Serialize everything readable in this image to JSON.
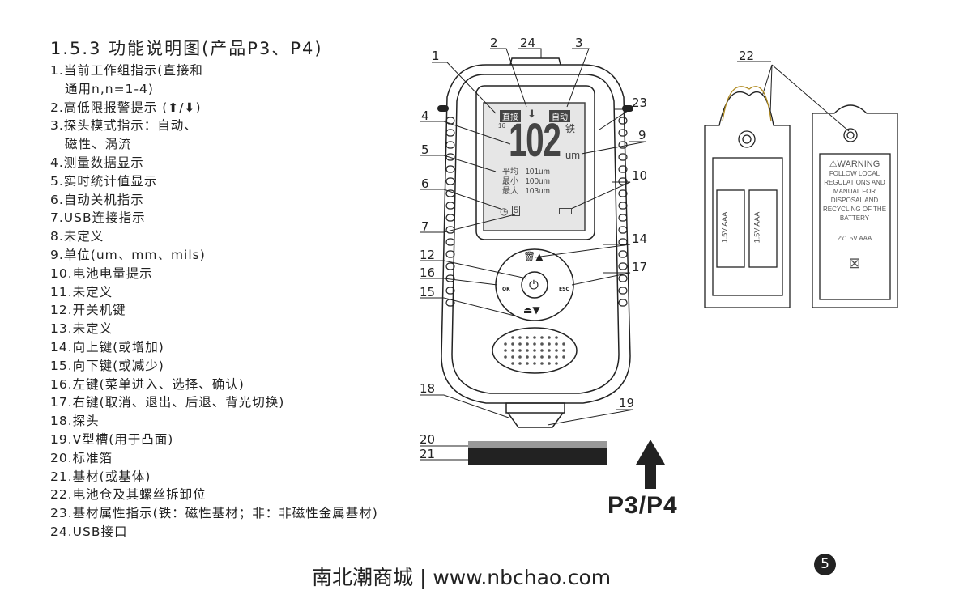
{
  "title": "1.5.3 功能说明图(产品P3、P4)",
  "items": [
    "1.当前工作组指示(直接和",
    "通用n,n=1-4)",
    "2.高低限报警提示 (⬆/⬇)",
    "3.探头模式指示：自动、",
    "磁性、涡流",
    "4.测量数据显示",
    "5.实时统计值显示",
    "6.自动关机指示",
    "7.USB连接指示",
    "8.未定义",
    "9.单位(um、mm、mils)",
    "10.电池电量提示",
    "11.未定义",
    "12.开关机键",
    "13.未定义",
    "14.向上键(或增加)",
    "15.向下键(或减少)",
    "16.左键(菜单进入、选择、确认)",
    "17.右键(取消、退出、后退、背光切换)",
    "18.探头",
    "19.V型槽(用于凸面)",
    "20.标准箔",
    "21.基材(或基体)",
    "22.电池仓及其螺丝拆卸位",
    "23.基材属性指示(铁：磁性基材；非：非磁性金属基材)",
    "24.USB接口"
  ],
  "screen": {
    "group": "直接",
    "alarm": "⬇",
    "mode": "自动",
    "group_no": "16",
    "reading": "102",
    "substrate": "铁",
    "unit": "um",
    "stats": [
      [
        "平均",
        "101um"
      ],
      [
        "最小",
        "100um"
      ],
      [
        "最大",
        "103um"
      ]
    ]
  },
  "keys": {
    "ok": "OK",
    "esc": "ESC"
  },
  "callouts": {
    "c1": "1",
    "c2": "2",
    "c24": "24",
    "c3": "3",
    "c4": "4",
    "c5": "5",
    "c6": "6",
    "c7": "7",
    "c23": "23",
    "c9": "9",
    "c10": "10",
    "c14": "14",
    "c12": "12",
    "c16": "16",
    "c17": "17",
    "c15": "15",
    "c18": "18",
    "c19": "19",
    "c20": "20",
    "c21": "21",
    "c22": "22"
  },
  "battery": {
    "cell": "1.5V AAA",
    "warning_title": "⚠WARNING",
    "warning_text": [
      "FOLLOW LOCAL",
      "REGULATIONS AND",
      "MANUAL FOR",
      "DISPOSAL AND",
      "RECYCLING OF THE",
      "BATTERY"
    ],
    "spec": "2x1.5V AAA"
  },
  "model": "P3/P4",
  "footer": "南北潮商城 | www.nbchao.com",
  "page_number": "5"
}
